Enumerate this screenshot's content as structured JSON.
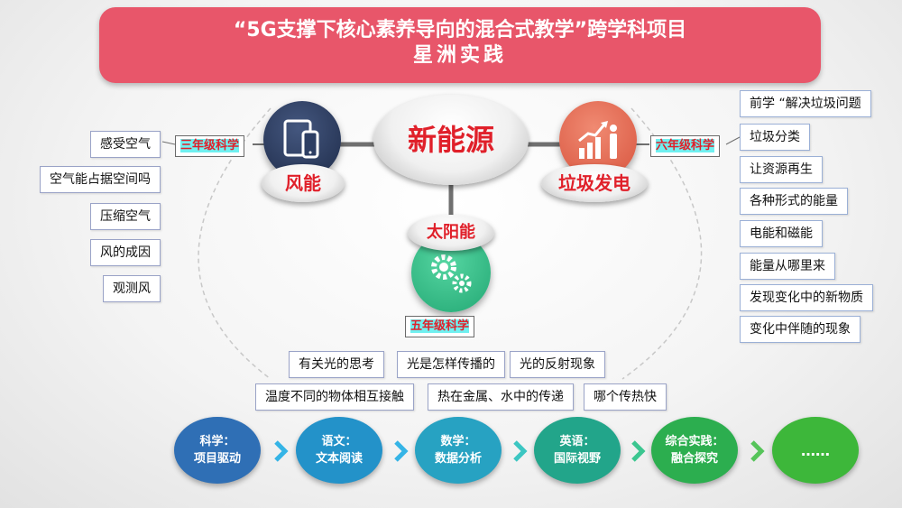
{
  "title": {
    "line1": "“5G支撑下核心素养导向的混合式教学”跨学科项目",
    "line2": "星洲实践"
  },
  "center": {
    "label": "新能源"
  },
  "nodes": {
    "wind": {
      "label": "风能",
      "grade": "三年级科学",
      "icon": "tablet-phone-icon"
    },
    "garbage": {
      "label": "垃圾发电",
      "grade": "六年级科学",
      "icon": "growth-chart-person-icon"
    },
    "solar": {
      "label": "太阳能",
      "grade": "五年级科学",
      "icon": "gears-icon"
    }
  },
  "wind_topics": [
    "感受空气",
    "空气能占据空间吗",
    "压缩空气",
    "风的成因",
    "观测风"
  ],
  "garbage_topics": [
    "前学 “解决垃圾问题",
    "垃圾分类",
    "让资源再生",
    "各种形式的能量",
    "电能和磁能",
    "能量从哪里来",
    "发现变化中的新物质",
    "变化中伴随的现象"
  ],
  "solar_topics_row1": [
    "有关光的思考",
    "光是怎样传播的",
    "光的反射现象"
  ],
  "solar_topics_row2": [
    "温度不同的物体相互接触",
    "热在金属、水中的传递",
    "哪个传热快"
  ],
  "subjects": [
    {
      "line1": "科学：",
      "line2": "项目驱动",
      "color": "#2f6fb5"
    },
    {
      "line1": "语文：",
      "line2": "文本阅读",
      "color": "#2392c9"
    },
    {
      "line1": "数学：",
      "line2": "数据分析",
      "color": "#27a2c2"
    },
    {
      "line1": "英语：",
      "line2": "国际视野",
      "color": "#22a58a"
    },
    {
      "line1": "综合实践：",
      "line2": "融合探究",
      "color": "#2cae4f"
    },
    {
      "line1": "……",
      "line2": "",
      "color": "#3db73a"
    }
  ],
  "colors": {
    "title_bg": "#e8566a",
    "grade_text": "#e0202a",
    "grade_highlight": "#6ff0f0",
    "wind_circle": "#2d3e63",
    "garbage_circle": "#e86a55",
    "solar_circle": "#33c08a"
  }
}
